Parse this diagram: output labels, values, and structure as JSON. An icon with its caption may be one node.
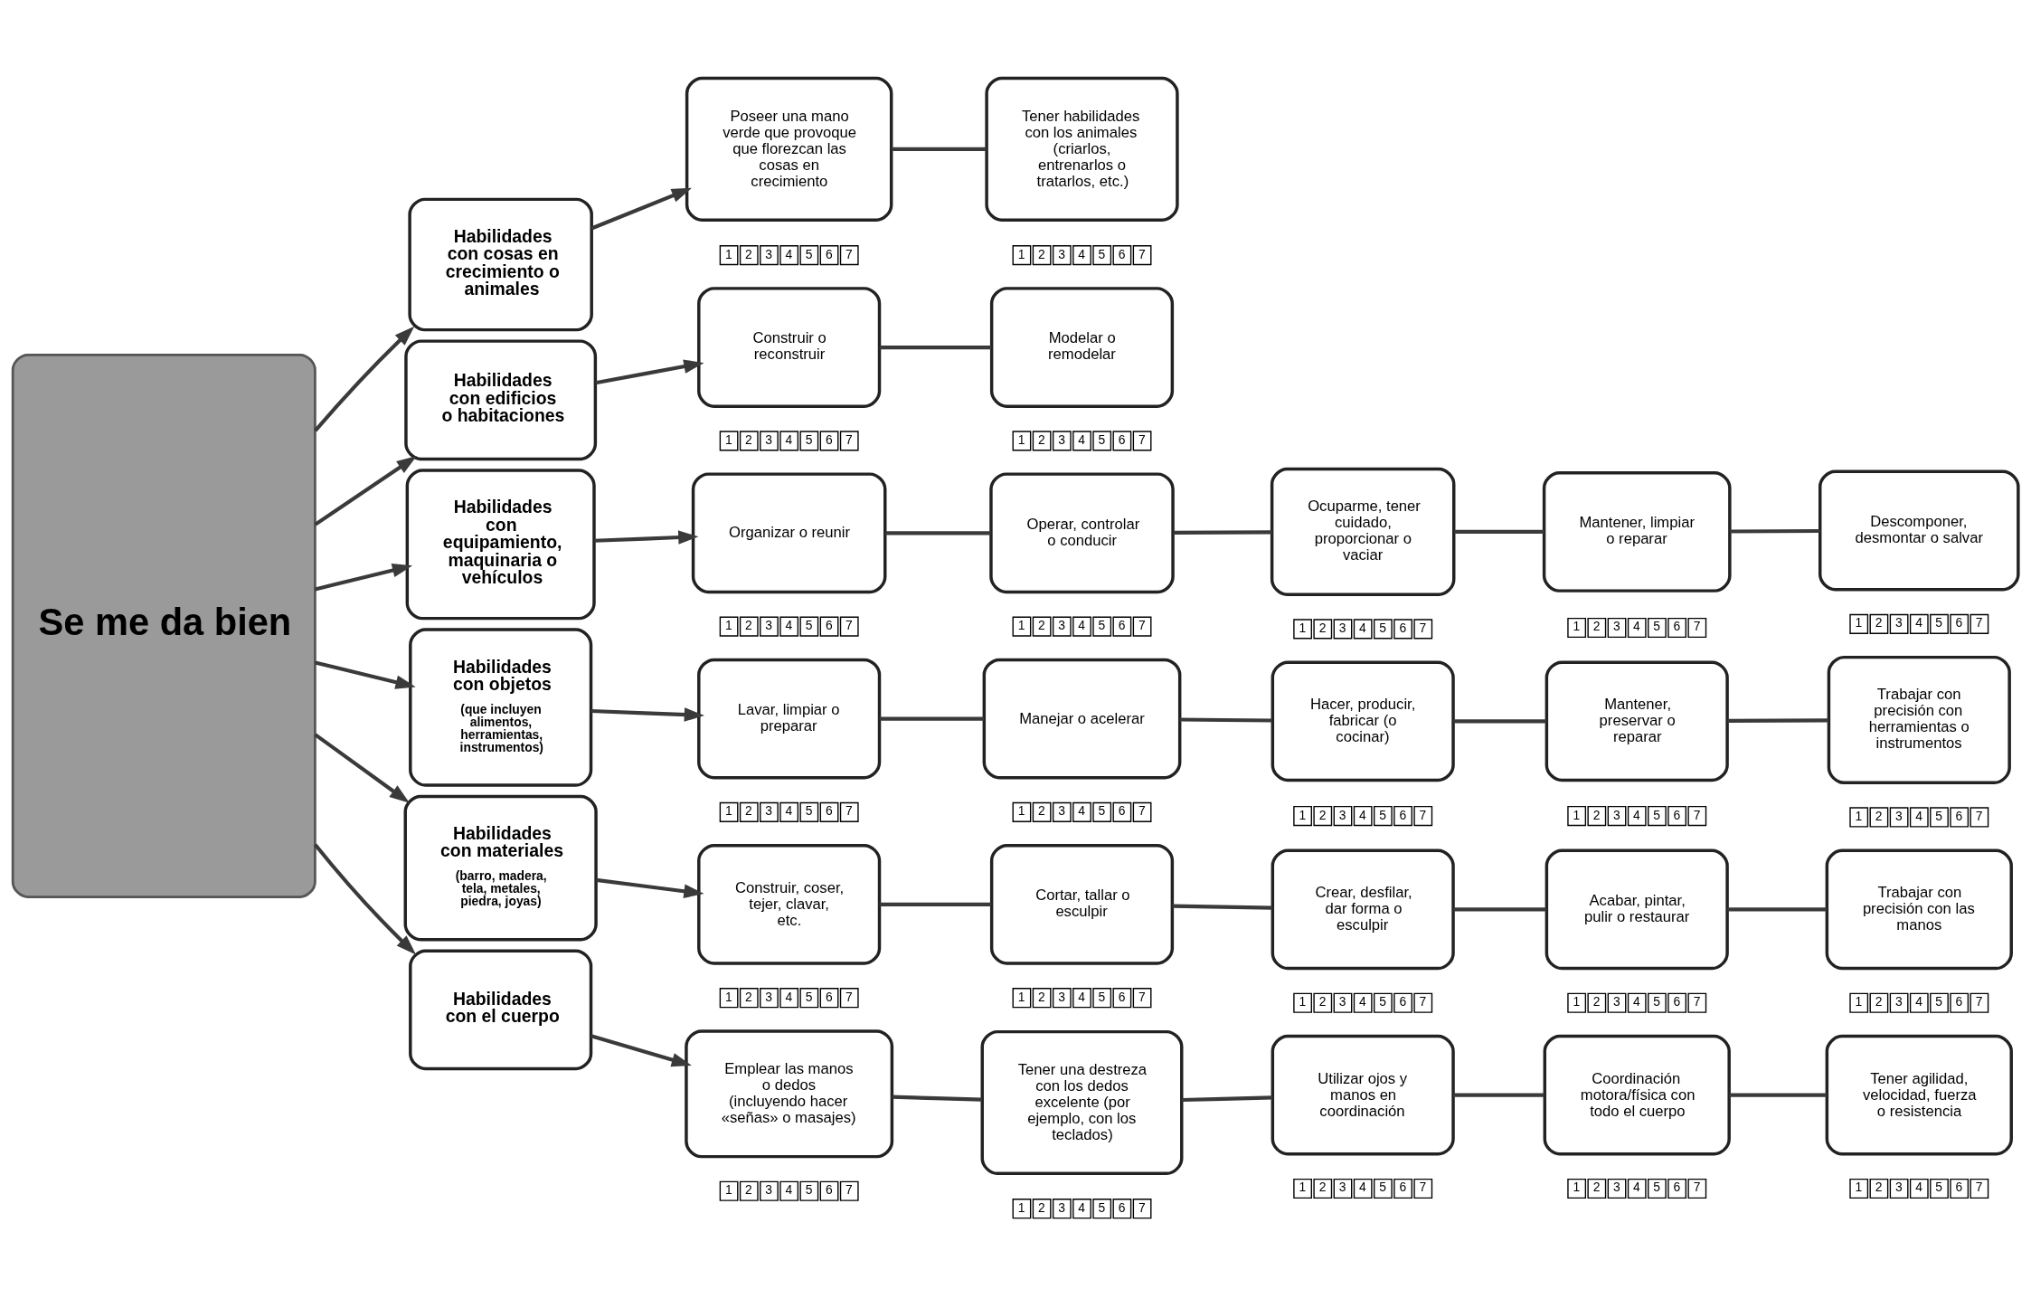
{
  "diagram": {
    "nodes": [
      {
        "text": [
          "Se me da bien"
        ]
      },
      {
        "text": [
          "Habilidades con cosas en crecimiento o animales"
        ]
      },
      {
        "text": [
          "Habilidades con edificios o habitaciones"
        ]
      },
      {
        "text": [
          "Habilidades con equipamiento, maquinaria o vehículos"
        ]
      },
      {
        "text": [
          "Habilidades con objetos",
          "(que incluyen alimentos, herramientas, instrumentos)"
        ]
      },
      {
        "text": [
          "Habilidades con materiales",
          "(barro, madera, tela, metales, piedra, joyas)"
        ]
      },
      {
        "text": [
          "Habilidades con el cuerpo"
        ]
      },
      {
        "text": [
          "Poseer una mano verde que provoque que florezcan las cosas en crecimiento"
        ],
        "beside": [
          "1",
          "2",
          "3",
          "4",
          "5",
          "6",
          "7"
        ]
      },
      {
        "text": [
          "Construir o reconstruir"
        ],
        "beside": [
          "1",
          "2",
          "3",
          "4",
          "5",
          "6",
          "7"
        ]
      },
      {
        "text": [
          "Organizar o reunir"
        ],
        "beside": [
          "1",
          "2",
          "3",
          "4",
          "5",
          "6",
          "7"
        ]
      },
      {
        "text": [
          "Lavar, limpiar o preparar"
        ],
        "beside": [
          "1",
          "2",
          "3",
          "4",
          "5",
          "6",
          "7"
        ]
      },
      {
        "text": [
          "Construir, coser, tejer, clavar, etc."
        ],
        "beside": [
          "1",
          "2",
          "3",
          "4",
          "5",
          "6",
          "7"
        ]
      },
      {
        "text": [
          "Emplear las manos o dedos (incluyendo hacer «señas» o masajes)"
        ],
        "beside": [
          "1",
          "2",
          "3",
          "4",
          "5",
          "6",
          "7"
        ]
      },
      {
        "text": [
          "Tener habilidades con los animales (criarlos, entrenarlos o tratarlos, etc.)"
        ],
        "beside": [
          "1",
          "2",
          "3",
          "4",
          "5",
          "6",
          "7"
        ]
      },
      {
        "text": [
          "Modelar o remodelar"
        ],
        "beside": [
          "1",
          "2",
          "3",
          "4",
          "5",
          "6",
          "7"
        ]
      },
      {
        "text": [
          "Operar, controlar o conducir"
        ],
        "beside": [
          "1",
          "2",
          "3",
          "4",
          "5",
          "6",
          "7"
        ]
      },
      {
        "text": [
          "Ocuparme, tener cuidado, proporcionar o vaciar"
        ],
        "beside": [
          "1",
          "2",
          "3",
          "4",
          "5",
          "6",
          "7"
        ]
      },
      {
        "text": [
          "Mantener, limpiar o reparar"
        ],
        "beside": [
          "1",
          "2",
          "3",
          "4",
          "5",
          "6",
          "7"
        ]
      },
      {
        "text": [
          "Descomponer, desmontar o salvar"
        ],
        "beside": [
          "1",
          "2",
          "3",
          "4",
          "5",
          "6",
          "7"
        ]
      },
      {
        "text": [
          "Manejar o acelerar"
        ],
        "beside": [
          "1",
          "2",
          "3",
          "4",
          "5",
          "6",
          "7"
        ]
      },
      {
        "text": [
          "Hacer, producir, fabricar (o cocinar)"
        ],
        "beside": [
          "1",
          "2",
          "3",
          "4",
          "5",
          "6",
          "7"
        ]
      },
      {
        "text": [
          "Mantener, preservar o reparar"
        ],
        "beside": [
          "1",
          "2",
          "3",
          "4",
          "5",
          "6",
          "7"
        ]
      },
      {
        "text": [
          "Trabajar con precisión con herramientas o instrumentos"
        ],
        "beside": [
          "1",
          "2",
          "3",
          "4",
          "5",
          "6",
          "7"
        ]
      },
      {
        "text": [
          "Cortar, tallar o esculpir"
        ],
        "beside": [
          "1",
          "2",
          "3",
          "4",
          "5",
          "6",
          "7"
        ]
      },
      {
        "text": [
          "Crear, desfilar, dar forma o esculpir"
        ],
        "beside": [
          "1",
          "2",
          "3",
          "4",
          "5",
          "6",
          "7"
        ]
      },
      {
        "text": [
          "Acabar, pintar, pulir o restaurar"
        ],
        "beside": [
          "1",
          "2",
          "3",
          "4",
          "5",
          "6",
          "7"
        ]
      },
      {
        "text": [
          "Trabajar con precisión con las manos"
        ],
        "beside": [
          "1",
          "2",
          "3",
          "4",
          "5",
          "6",
          "7"
        ]
      },
      {
        "text": [
          "Tener una destreza con los dedos excelente (por ejemplo, con los teclados)"
        ],
        "beside": [
          "1",
          "2",
          "3",
          "4",
          "5",
          "6",
          "7"
        ]
      },
      {
        "text": [
          "Utilizar ojos y manos en coordinación"
        ],
        "beside": [
          "1",
          "2",
          "3",
          "4",
          "5",
          "6",
          "7"
        ]
      },
      {
        "text": [
          "Coordinación motora/física con todo el cuerpo"
        ],
        "beside": [
          "1",
          "2",
          "3",
          "4",
          "5",
          "6",
          "7"
        ]
      },
      {
        "text": [
          "Tener agilidad, velocidad, fuerza o resistencia"
        ],
        "beside": [
          "1",
          "2",
          "3",
          "4",
          "5",
          "6",
          "7"
        ]
      }
    ],
    "edges": [
      {
        "from": 0,
        "to": 1,
        "arrow": "to"
      },
      {
        "from": 0,
        "to": 2,
        "arrow": "to"
      },
      {
        "from": 0,
        "to": 3,
        "arrow": "to"
      },
      {
        "from": 0,
        "to": 4,
        "arrow": "to"
      },
      {
        "from": 0,
        "to": 5,
        "arrow": "to"
      },
      {
        "from": 0,
        "to": 6,
        "arrow": "to"
      },
      {
        "from": 1,
        "to": 7,
        "arrow": "to"
      },
      {
        "from": 2,
        "to": 8,
        "arrow": "to"
      },
      {
        "from": 3,
        "to": 9,
        "arrow": "to"
      },
      {
        "from": 4,
        "to": 10,
        "arrow": "to"
      },
      {
        "from": 5,
        "to": 11,
        "arrow": "to"
      },
      {
        "from": 6,
        "to": 12,
        "arrow": "to"
      },
      {
        "from": 7,
        "to": 13,
        "arrow": "none"
      },
      {
        "from": 8,
        "to": 14,
        "arrow": "none"
      },
      {
        "from": 9,
        "to": 15,
        "arrow": "none"
      },
      {
        "from": 15,
        "to": 16,
        "arrow": "none"
      },
      {
        "from": 16,
        "to": 17,
        "arrow": "none"
      },
      {
        "from": 17,
        "to": 18,
        "arrow": "none"
      },
      {
        "from": 10,
        "to": 19,
        "arrow": "none"
      },
      {
        "from": 19,
        "to": 20,
        "arrow": "none"
      },
      {
        "from": 20,
        "to": 21,
        "arrow": "none"
      },
      {
        "from": 21,
        "to": 22,
        "arrow": "none"
      },
      {
        "from": 11,
        "to": 23,
        "arrow": "none"
      },
      {
        "from": 23,
        "to": 24,
        "arrow": "none"
      },
      {
        "from": 24,
        "to": 25,
        "arrow": "none"
      },
      {
        "from": 25,
        "to": 26,
        "arrow": "none"
      },
      {
        "from": 12,
        "to": 27,
        "arrow": "none"
      },
      {
        "from": 27,
        "to": 28,
        "arrow": "none"
      },
      {
        "from": 28,
        "to": 29,
        "arrow": "none"
      },
      {
        "from": 29,
        "to": 30,
        "arrow": "none"
      }
    ]
  }
}
